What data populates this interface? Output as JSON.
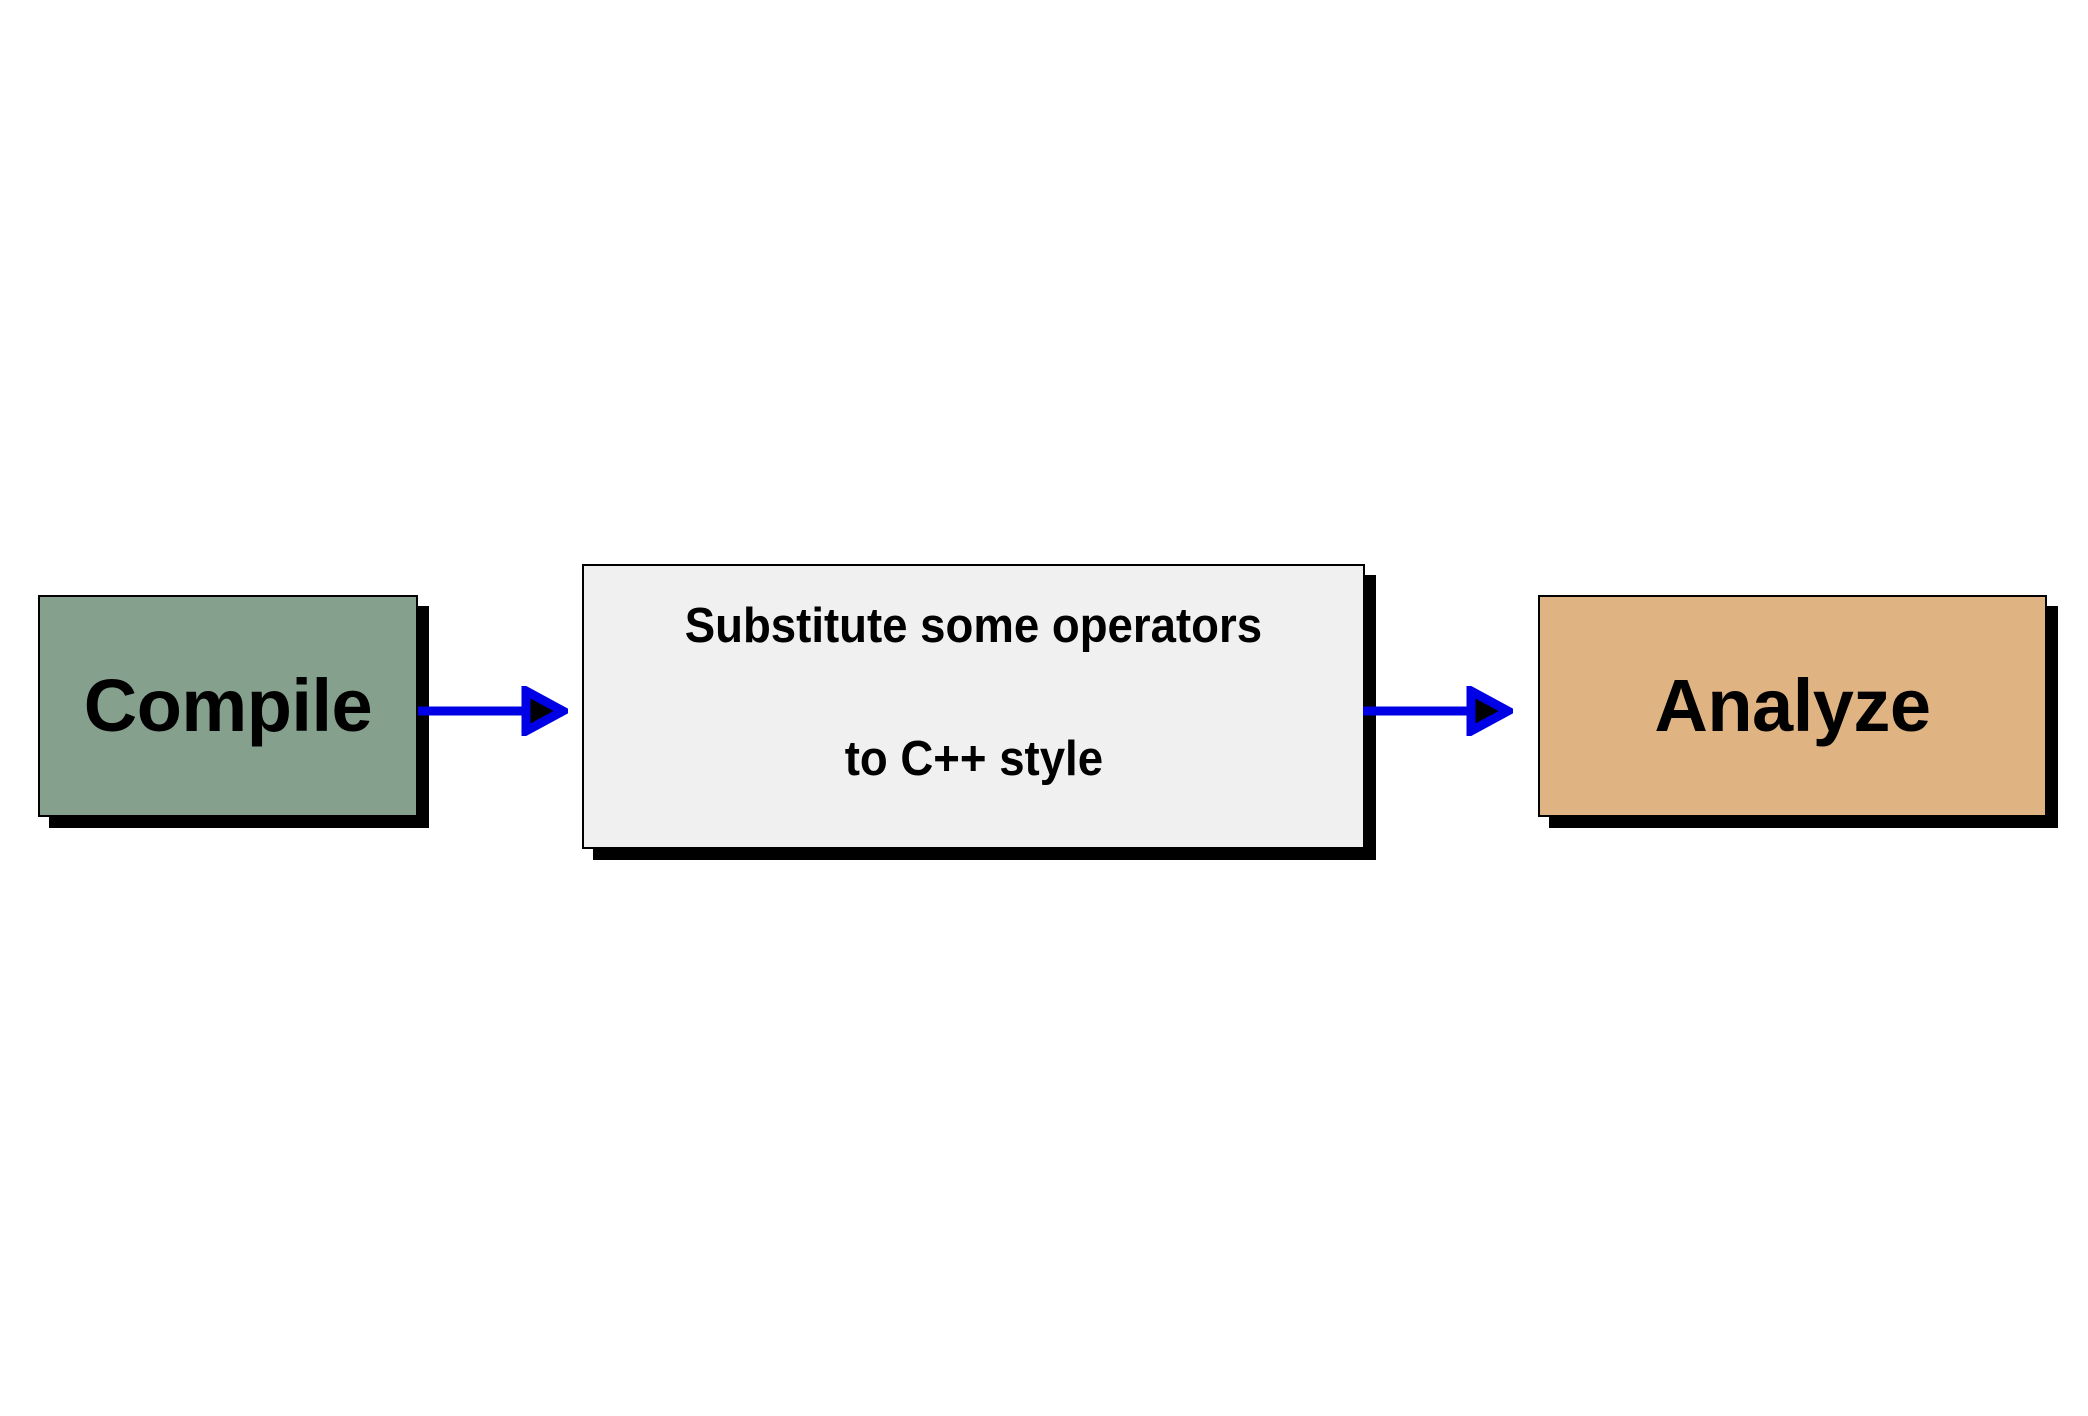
{
  "diagram": {
    "title": "Compile to Analyze process flow",
    "background_color": "#ffffff",
    "nodes": [
      {
        "id": "compile",
        "label": "Compile",
        "fill_color": "#86a08e",
        "border_color": "#000000",
        "shadow_color": "#000000"
      },
      {
        "id": "substitute",
        "label_line1": "Substitute some operators",
        "label_line2": "to C++ style",
        "fill_color": "#f0f0f0",
        "border_color": "#000000",
        "shadow_color": "#000000"
      },
      {
        "id": "analyze",
        "label": "Analyze",
        "fill_color": "#e0b482",
        "border_color": "#000000",
        "shadow_color": "#000000"
      }
    ],
    "connectors": [
      {
        "id": "compile-to-substitute",
        "from": "compile",
        "to": "substitute",
        "color": "#0000e6",
        "arrowhead_outline_color": "#0000e6",
        "arrowhead_fill_color": "#000000",
        "direction": "right"
      },
      {
        "id": "substitute-to-analyze",
        "from": "substitute",
        "to": "analyze",
        "color": "#0000e6",
        "arrowhead_outline_color": "#0000e6",
        "arrowhead_fill_color": "#000000",
        "direction": "right"
      }
    ]
  }
}
